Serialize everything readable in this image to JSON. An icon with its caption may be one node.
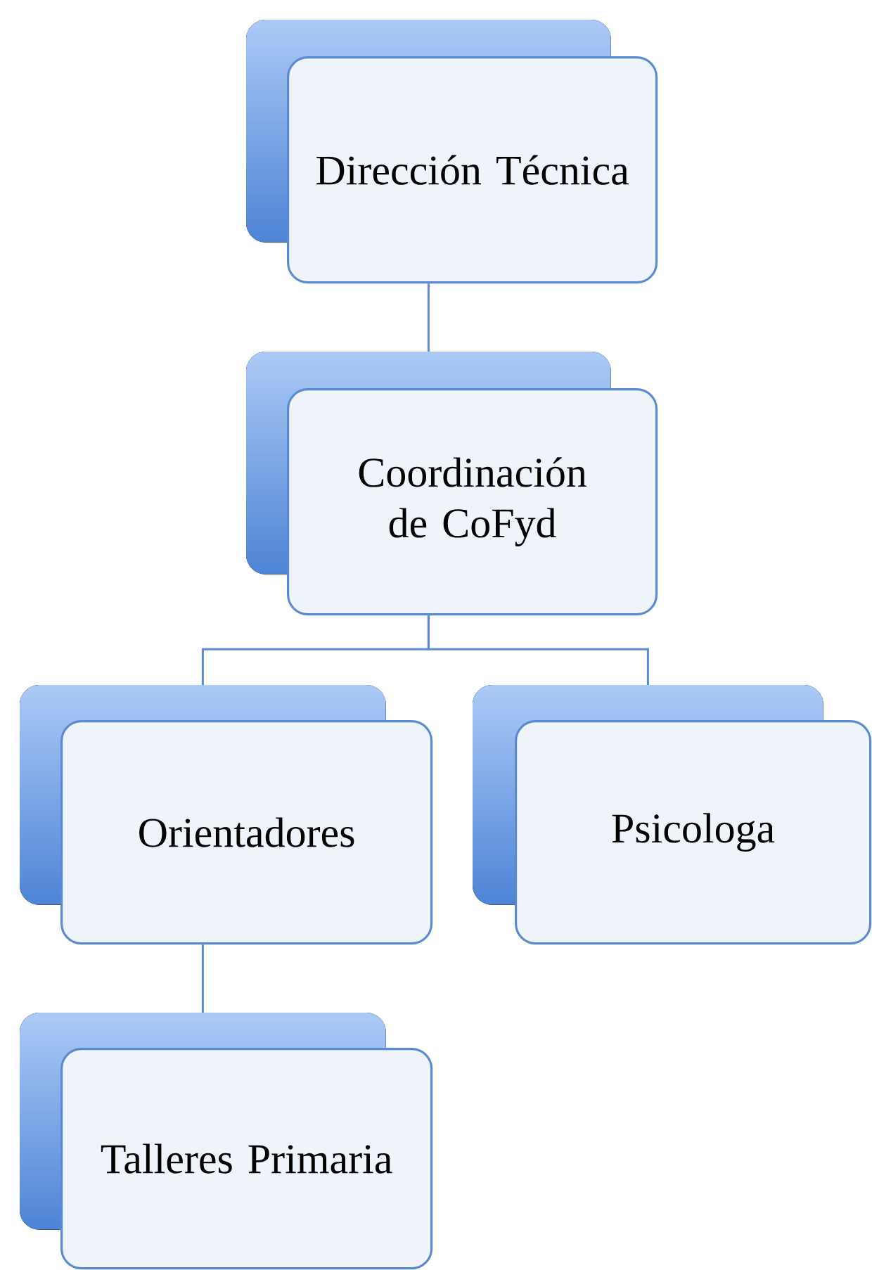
{
  "diagram": {
    "nodes": [
      {
        "text": [
          "Dirección Técnica"
        ]
      },
      {
        "text": [
          "Coordinación de CoFyd"
        ]
      },
      {
        "text": [
          "Orientadores"
        ]
      },
      {
        "text": [
          "Psicologa"
        ]
      },
      {
        "text": [
          "Talleres Primaria"
        ]
      }
    ],
    "edges": [
      {
        "from": 0,
        "to": 1,
        "arrow": "none"
      },
      {
        "from": 1,
        "to": 2,
        "arrow": "none"
      },
      {
        "from": 1,
        "to": 3,
        "arrow": "none"
      },
      {
        "from": 2,
        "to": 4,
        "arrow": "none"
      }
    ]
  }
}
